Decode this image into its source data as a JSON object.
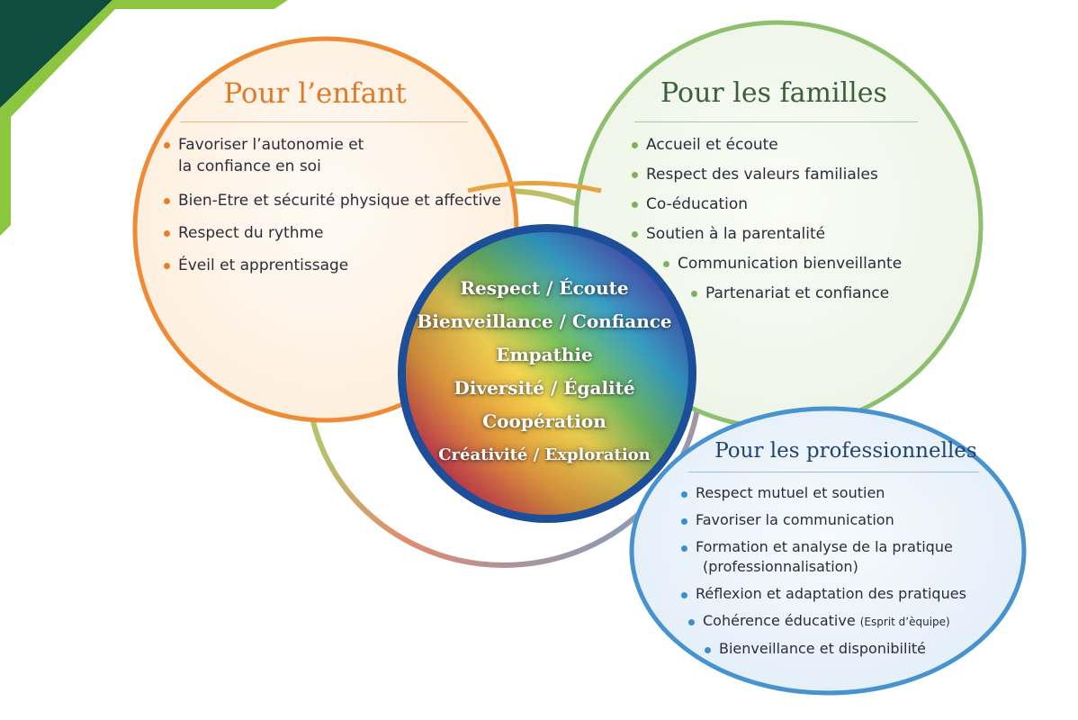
{
  "colors": {
    "enfant": "#e8842e",
    "familles": "#8dbf6e",
    "professionnelles": "#3f8fcf",
    "center_ring": "#1d4e9a",
    "corner_dark": "#0f4d3f",
    "corner_green": "#8cc63f"
  },
  "center": {
    "values": [
      "Respect / Écoute",
      "Bienveillance / Confiance",
      "Empathie",
      "Diversité / Égalité",
      "Coopération",
      "Créativité / Exploration"
    ]
  },
  "enfant": {
    "title": "Pour l’enfant",
    "items": [
      "Favoriser l’autonomie et",
      "la confiance en soi",
      "Bien-Etre et sécurité physique et affective",
      "Respect du rythme",
      "Éveil et apprentissage"
    ]
  },
  "familles": {
    "title": "Pour les familles",
    "items": [
      "Accueil et écoute",
      "Respect des valeurs familiales",
      "Co-éducation",
      "Soutien à la parentalité",
      "Communication bienveillante",
      "Partenariat et confiance"
    ]
  },
  "professionnelles": {
    "title": "Pour les professionnelles",
    "items": [
      "Respect mutuel et soutien",
      "Favoriser la communication",
      "Formation et analyse de la pratique",
      "(professionnalisation)",
      "Réflexion et adaptation des pratiques",
      "Cohérence éducative",
      "(Esprit d’èquipe)",
      "Bienveillance et disponibilité"
    ]
  }
}
